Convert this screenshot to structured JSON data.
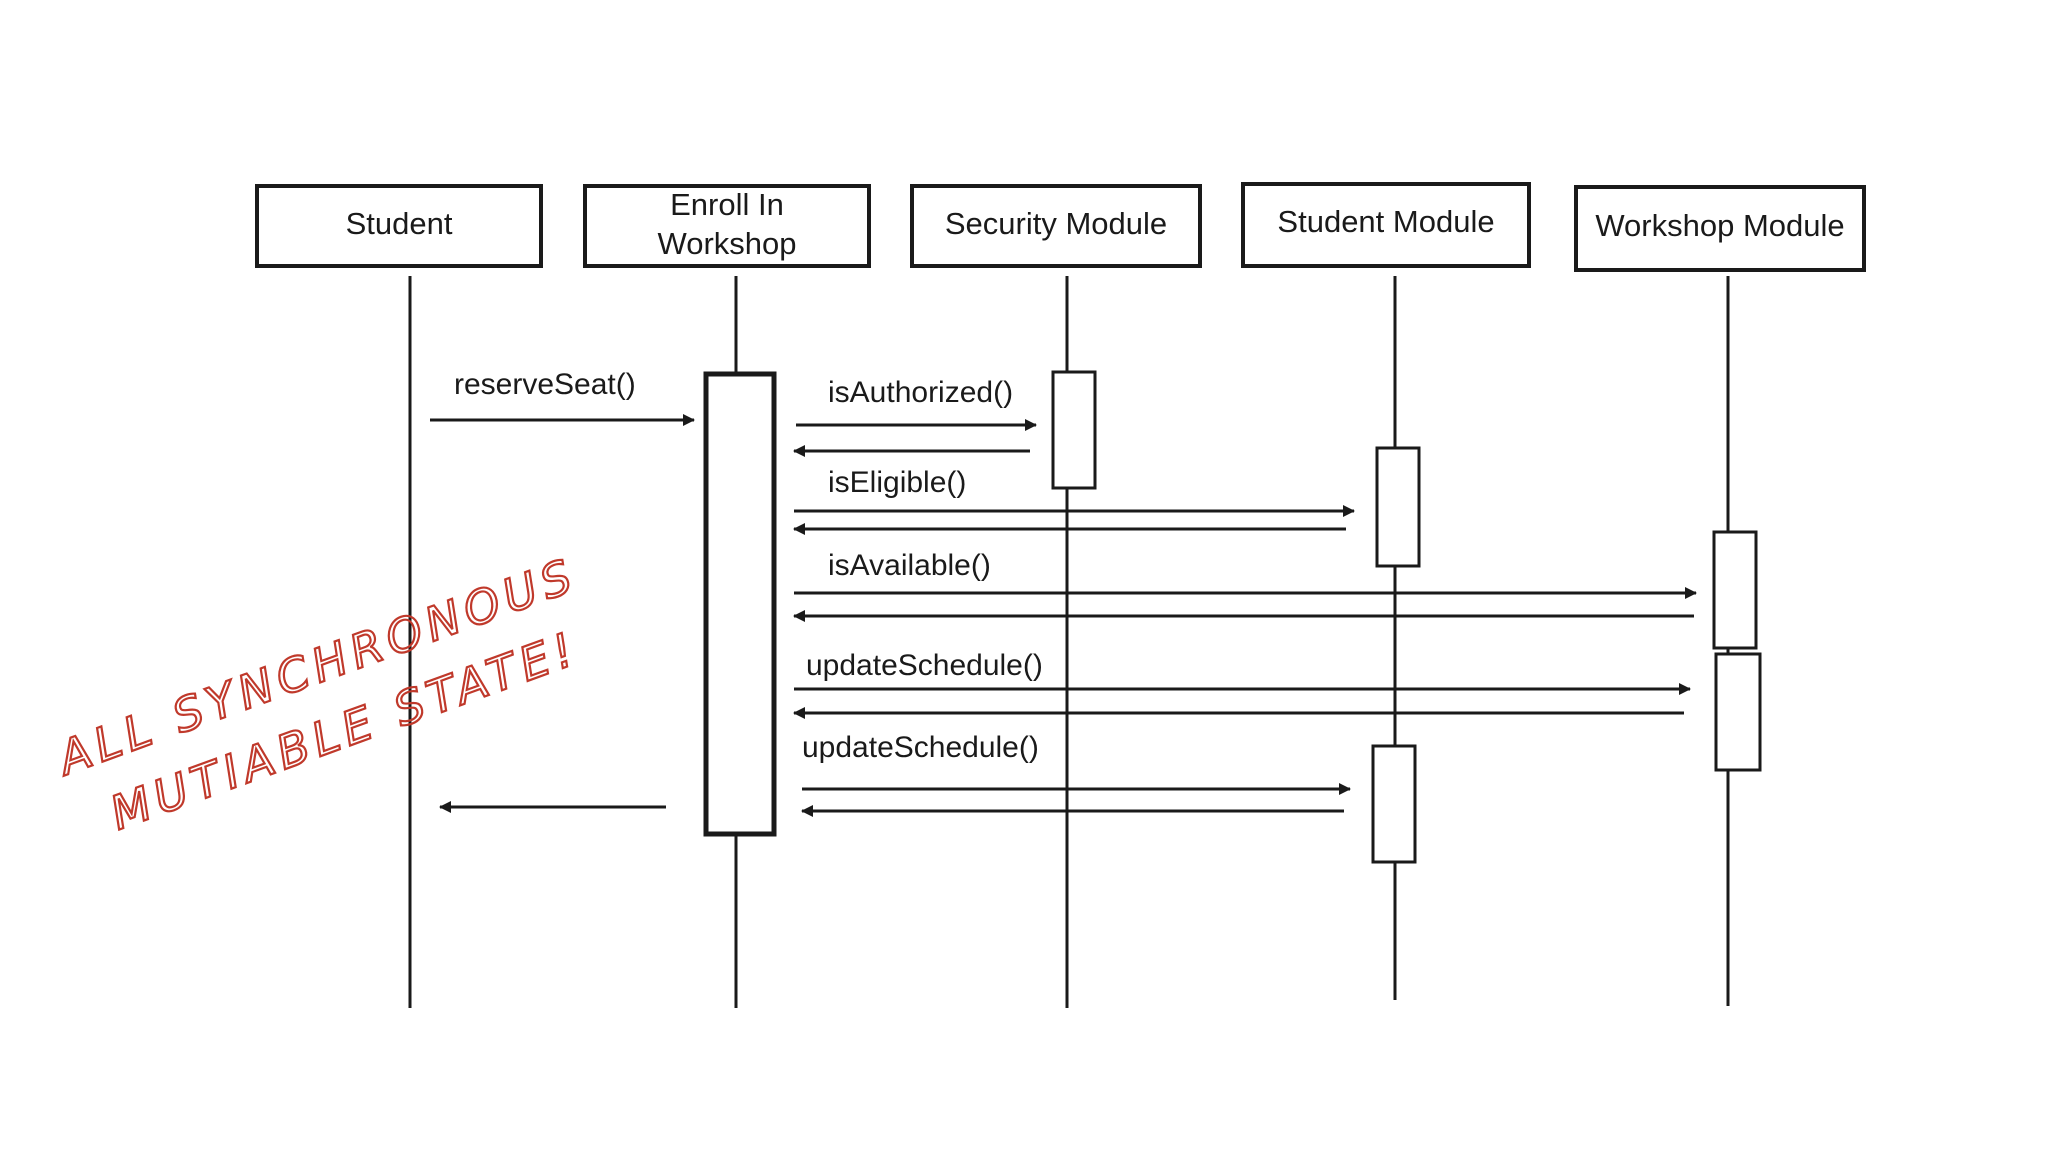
{
  "participants": [
    {
      "id": "student",
      "label_lines": [
        "Student"
      ]
    },
    {
      "id": "enroll",
      "label_lines": [
        "Enroll In",
        "Workshop"
      ]
    },
    {
      "id": "security",
      "label_lines": [
        "Security Module"
      ]
    },
    {
      "id": "studentmod",
      "label_lines": [
        "Student Module"
      ]
    },
    {
      "id": "workshop",
      "label_lines": [
        "Workshop Module"
      ]
    }
  ],
  "messages": [
    {
      "from": "student",
      "to": "enroll",
      "label": "reserveSeat()"
    },
    {
      "from": "enroll",
      "to": "security",
      "label": "isAuthorized()"
    },
    {
      "from": "security",
      "to": "enroll",
      "label": ""
    },
    {
      "from": "enroll",
      "to": "studentmod",
      "label": "isEligible()"
    },
    {
      "from": "studentmod",
      "to": "enroll",
      "label": ""
    },
    {
      "from": "enroll",
      "to": "workshop",
      "label": "isAvailable()"
    },
    {
      "from": "workshop",
      "to": "enroll",
      "label": ""
    },
    {
      "from": "enroll",
      "to": "workshop",
      "label": "updateSchedule()"
    },
    {
      "from": "workshop",
      "to": "enroll",
      "label": ""
    },
    {
      "from": "enroll",
      "to": "studentmod",
      "label": "updateSchedule()"
    },
    {
      "from": "studentmod",
      "to": "enroll",
      "label": ""
    },
    {
      "from": "enroll",
      "to": "student",
      "label": ""
    }
  ],
  "annotation": {
    "line1": "ALL SYNCHRONOUS",
    "line2": "MUTIABLE STATE!",
    "color": "#c0392b"
  },
  "colors": {
    "ink": "#1a1a1a",
    "background": "#ffffff"
  }
}
